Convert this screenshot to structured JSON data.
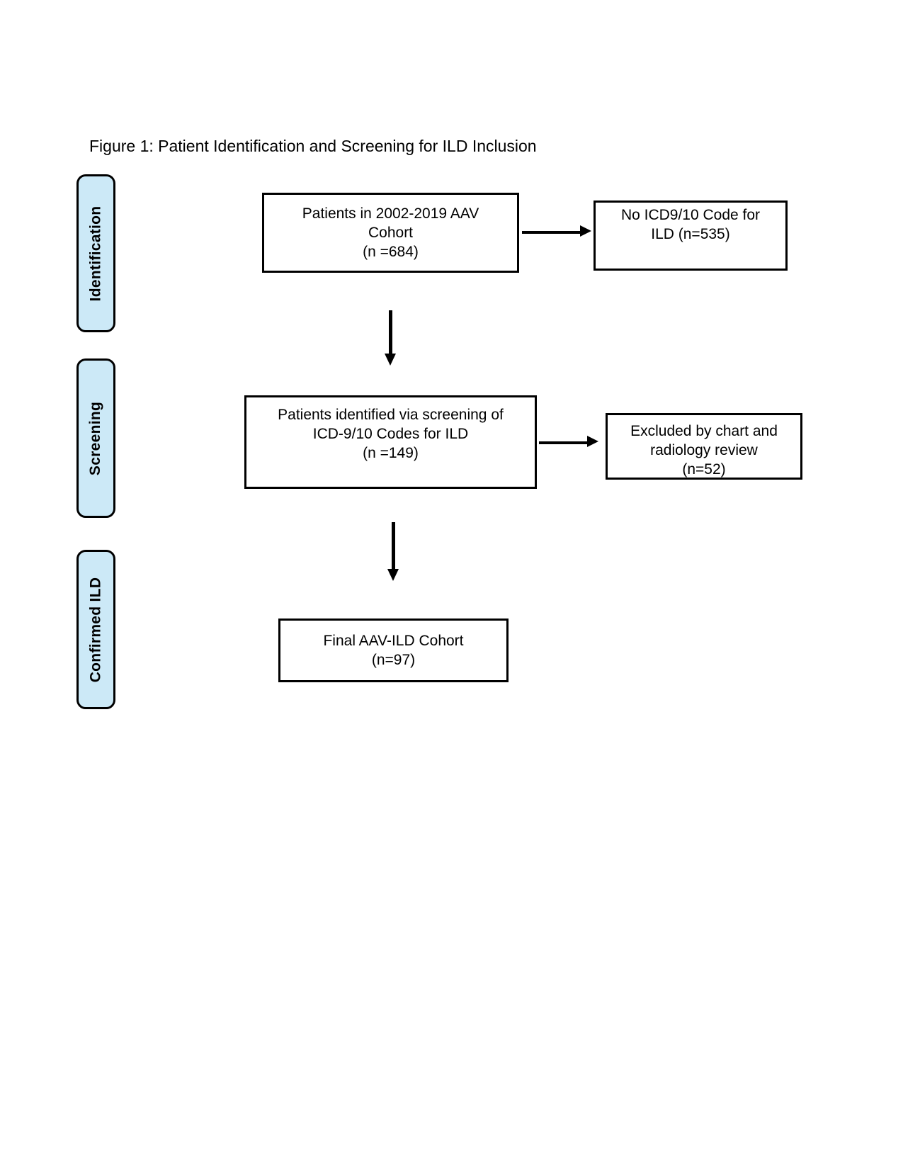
{
  "figure": {
    "title": "Figure 1: Patient Identification and Screening for ILD Inclusion"
  },
  "stages": [
    {
      "label": "Identification"
    },
    {
      "label": "Screening"
    },
    {
      "label": "Confirmed ILD"
    }
  ],
  "flow": {
    "cohort": {
      "text": "Patients in 2002-2019 AAV\nCohort\n(n =684)"
    },
    "no_icd_code": {
      "text": "No ICD9/10 Code for\nILD (n=535)"
    },
    "screened": {
      "text": "Patients identified via screening of\nICD-9/10 Codes for ILD\n(n =149)"
    },
    "excluded": {
      "text": "Excluded by chart and\nradiology review\n(n=52)"
    },
    "final_cohort": {
      "text": "Final AAV-ILD Cohort\n(n=97)"
    }
  },
  "colors": {
    "stage_fill": "#cce9f7",
    "stroke": "#000000",
    "background": "#ffffff",
    "text": "#000000"
  }
}
